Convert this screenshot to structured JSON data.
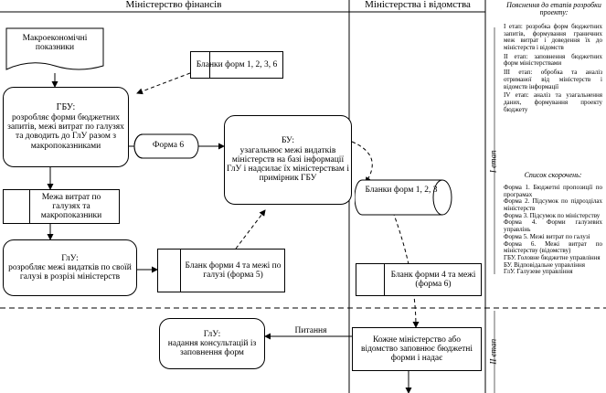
{
  "columns": {
    "finance": "Міністерство фінансів",
    "ministries": "Міністерства і відомства",
    "notes_title": "Пояснення до етапів розробки проекту:"
  },
  "stages": {
    "first": "I етап",
    "second": "II етап"
  },
  "nodes": {
    "macro": "Макроекономічні показники",
    "gbu_title": "ГБУ:",
    "gbu_text": "розробляє форми бюджетних запитів, межі витрат по галузях та доводить до ГлУ разом з макропоказниками",
    "forms_123_6": "Бланки форм 1, 2, 3, 6",
    "form6": "Форма 6",
    "bu_title": "БУ:",
    "bu_text": "узагальнює межі видатків міністерств на базі інформації ГлУ і надсилає їх міністерствам і примірник ГБУ",
    "limits": "Межа витрат по галузях та макропоказники",
    "glu_title": "ГлУ:",
    "glu_text": "розробляє межі видатків по своїй галузі в розрізі міністерств",
    "form4_limits_left": "Бланк форми 4 та межі по галузі (форма 5)",
    "forms_123_right": "Бланки форм 1, 2, 3",
    "form4_limits_right": "Бланк форми 4 та межі (форма 6)",
    "glu2_title": "ГлУ:",
    "glu2_text": "надання консультацій із заповнення форм",
    "questions": "Питання",
    "ministry_fill": "Кожне міністерство або відомство заповнює бюджетні форми і надає"
  },
  "notes": [
    "I етап: розробка форм бюджетних запитів, формування граничних меж витрат і доведення їх до міністерств і відомств",
    "II етап: заповнення бюджетних форм міністерствами",
    "III етап: обробка та аналіз отриманої від міністерств і відомств інформації",
    "IV етап: аналіз та узагальнення даних, формування проекту бюджету"
  ],
  "legend_title": "Список скорочень:",
  "legend": [
    "Форма 1. Бюджетні пропозиції по програмах",
    "Форма 2. Підсумок по підрозділах міністерств",
    "Форма 3. Підсумок по міністерству",
    "Форма 4. Форми галузевих управлінь",
    "Форма 5. Межі витрат по галузі",
    "Форма 6. Межі витрат по міністерству (відомству)",
    "ГБУ. Головне бюджетне управління",
    "БУ. Відповідальне управління",
    "ГлУ. Галузеве управління"
  ]
}
